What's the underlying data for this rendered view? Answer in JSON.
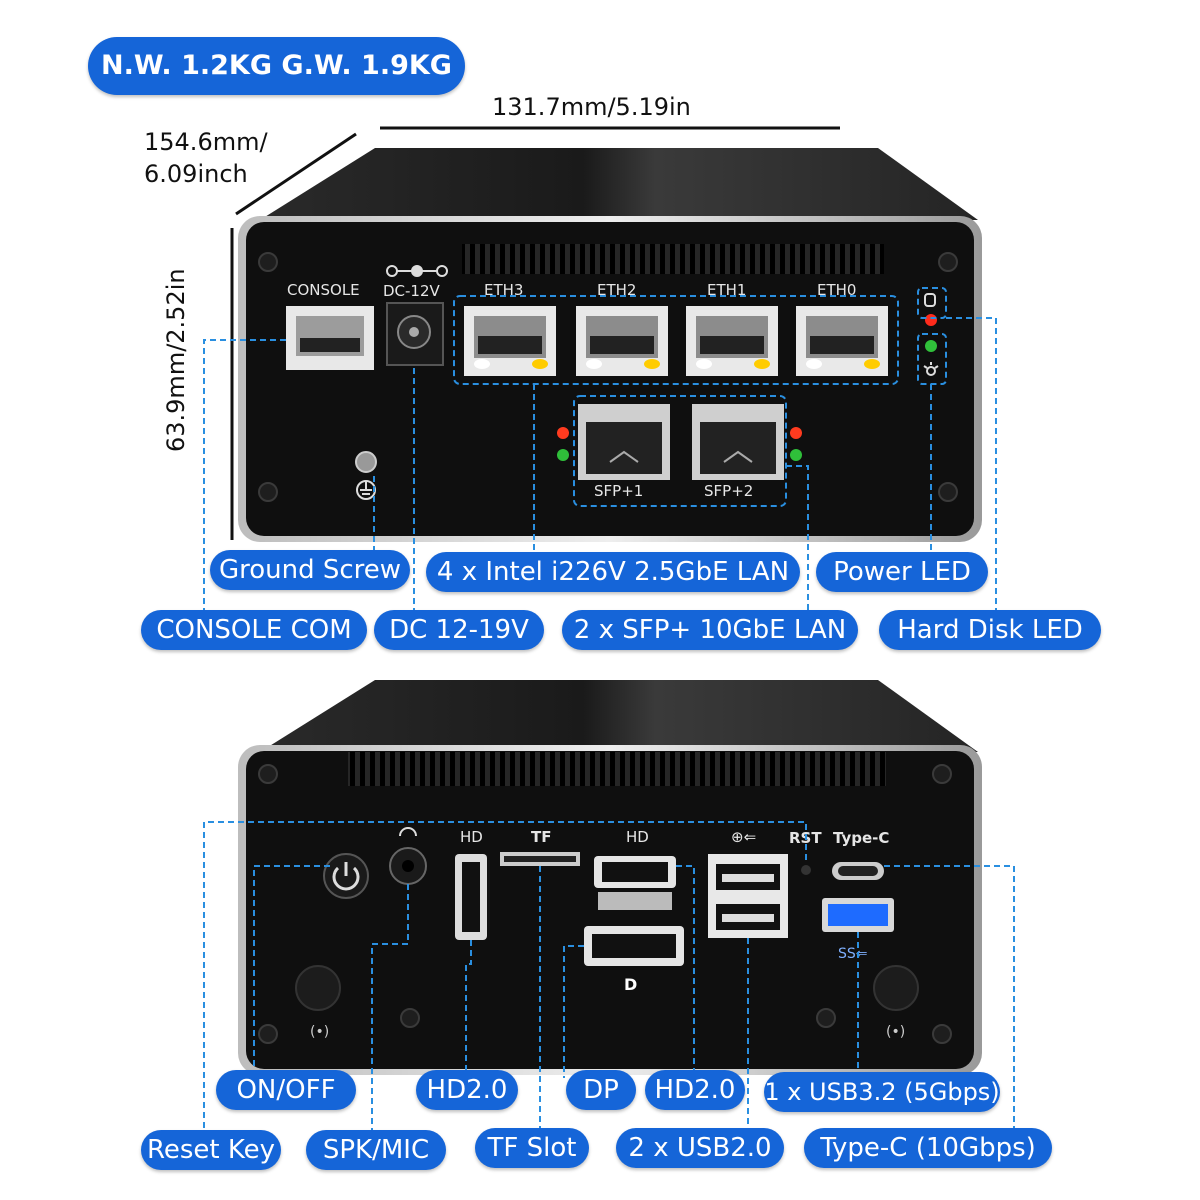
{
  "weight": "N.W. 1.2KG  G.W. 1.9KG",
  "dimensions": {
    "width": "131.7mm/5.19in",
    "depth_line1": "154.6mm/",
    "depth_line2": "6.09inch",
    "height": "63.9mm/2.52in"
  },
  "front_ports": {
    "console": "CONSOLE",
    "dc": "DC-12V",
    "eth3": "ETH3",
    "eth2": "ETH2",
    "eth1": "ETH1",
    "eth0": "ETH0",
    "sfp1": "SFP+1",
    "sfp2": "SFP+2"
  },
  "front_labels": {
    "ground_screw": "Ground Screw",
    "lan": "4 x Intel i226V 2.5GbE LAN",
    "power_led": "Power LED",
    "console_com": "CONSOLE COM",
    "dc": "DC 12-19V",
    "sfp": "2 x SFP+ 10GbE LAN",
    "hdd_led": "Hard Disk LED"
  },
  "rear_ports": {
    "tf": "TF",
    "rst": "RST",
    "typec": "Type-C",
    "hd1": "HD",
    "hd2": "HD"
  },
  "rear_labels": {
    "onoff": "ON/OFF",
    "hd1": "HD2.0",
    "dp": "DP",
    "hd2": "HD2.0",
    "usb3": "1 x USB3.2 (5Gbps)",
    "reset": "Reset Key",
    "spk": "SPK/MIC",
    "tf": "TF Slot",
    "usb2": "2 x USB2.0",
    "typec": "Type-C (10Gbps)"
  },
  "colors": {
    "accent": "#1565d8",
    "panel": "#111111",
    "callout": "#2a8fe0"
  }
}
